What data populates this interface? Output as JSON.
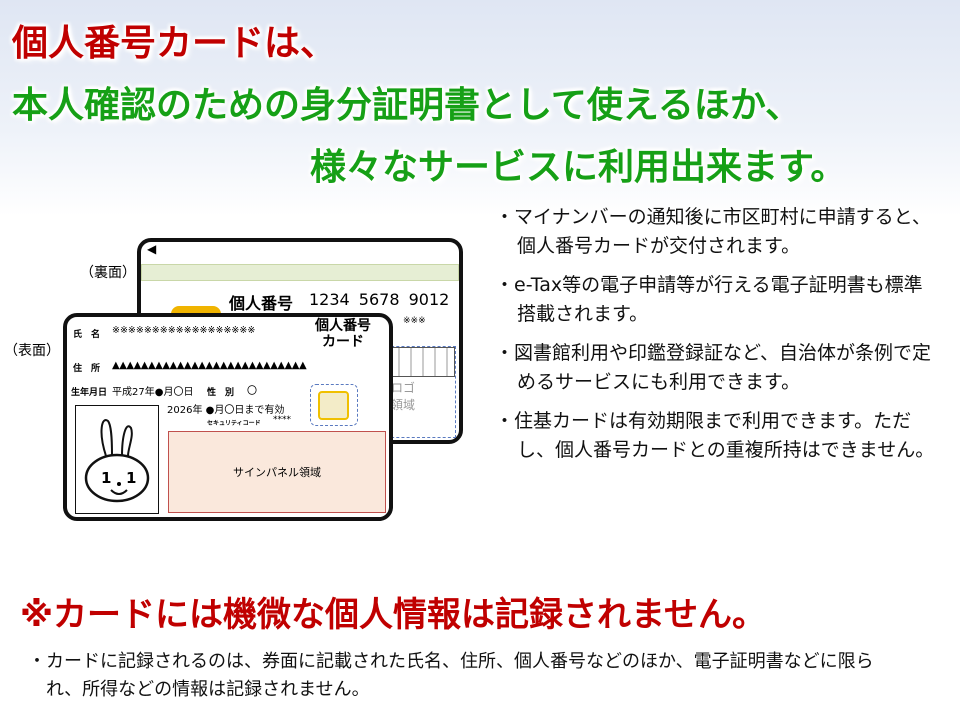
{
  "heading": {
    "line1": "個人番号カードは、",
    "line2": "本人確認のための身分証明書として使えるほか、",
    "line3": "様々なサービスに利用出来ます。"
  },
  "cards": {
    "back_label": "（裏面）",
    "front_label": "（表面）",
    "back": {
      "number_label": "個人番号",
      "number": "1234 5678 9012",
      "logo_area": "ロゴ",
      "logo_area2": "領域",
      "marks": "※※※"
    },
    "front": {
      "title1": "個人番号",
      "title2": "カード",
      "name_label": "氏　名",
      "name_value": "※※※※※※※※※※※※※※※※※※",
      "address_label": "住　所",
      "address_value": "▲▲▲▲▲▲▲▲▲▲▲▲▲▲▲▲▲▲▲▲▲▲▲▲▲▲▲",
      "birth_label": "生年月日",
      "birth_value": "平成27年●月〇日",
      "sex_label": "性　別",
      "sex_value": "〇",
      "expiry": "2026年 ●月〇日まで有効",
      "security_label": "セキュリティコード",
      "security_value": "****",
      "sign_panel": "サインパネル領域",
      "photo_digits": "1 1"
    }
  },
  "bullets": [
    "・マイナンバーの通知後に市区町村に申請すると、個人番号カードが交付されます。",
    "・e-Tax等の電子申請等が行える電子証明書も標準搭載されます。",
    "・図書館利用や印鑑登録証など、自治体が条例で定めるサービスにも利用できます。",
    "・住基カードは有効期限まで利用できます。ただし、個人番号カードとの重複所持はできません。"
  ],
  "warning": "※カードには機微な個人情報は記録されません。",
  "note": "・カードに記録されるのは、券面に記載された氏名、住所、個人番号などのほか、電子証明書などに限られ、所得などの情報は記録されません。",
  "colors": {
    "red": "#c00000",
    "green": "#16a016"
  }
}
